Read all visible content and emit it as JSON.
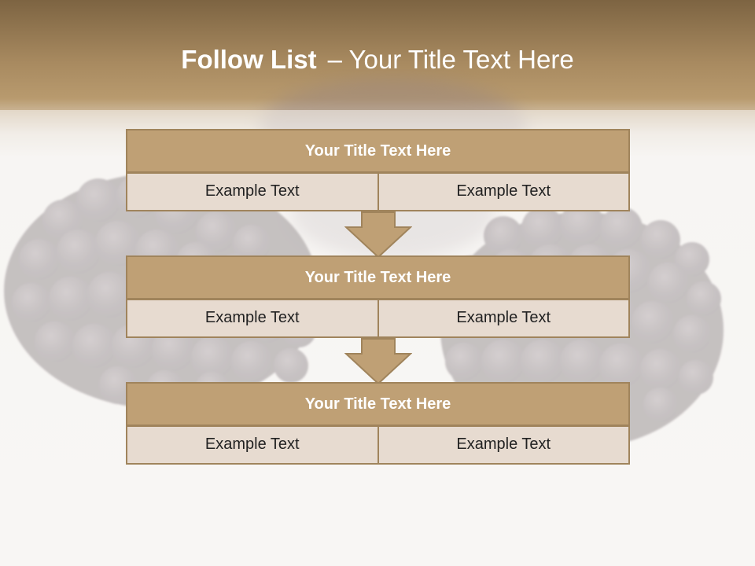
{
  "slide": {
    "title_bold": "Follow List",
    "title_rest": "– Your Title Text Here"
  },
  "blocks": [
    {
      "title": "Your Title Text Here",
      "left_text": "Example Text",
      "right_text": "Example Text"
    },
    {
      "title": "Your Title Text Here",
      "left_text": "Example Text",
      "right_text": "Example Text"
    },
    {
      "title": "Your Title Text Here",
      "left_text": "Example Text",
      "right_text": "Example Text"
    }
  ],
  "colors": {
    "header_band": "#a88a60",
    "block_title_fill": "#bfa075",
    "block_border": "#a0845c",
    "cell_fill": "#e7dbd0",
    "arrow_fill": "#bfa075"
  },
  "icons": [
    "blackberry-background-image",
    "down-arrow-icon"
  ]
}
